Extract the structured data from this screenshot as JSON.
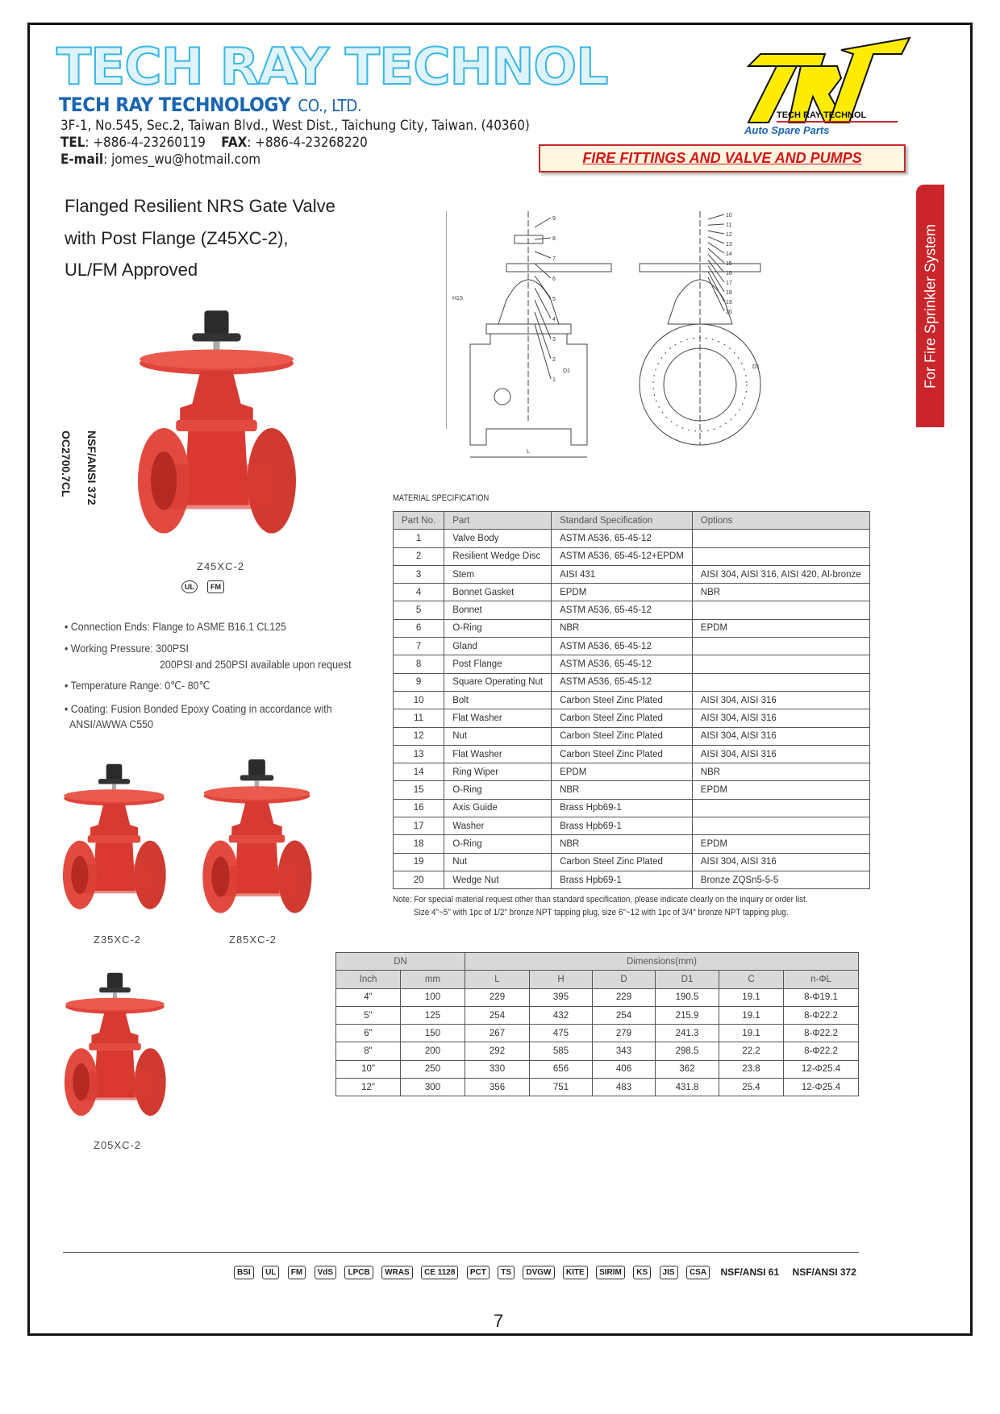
{
  "header": {
    "logo_text": "TECH RAY TECHNOL",
    "company_name": "TECH RAY TECHNOLOGY",
    "company_suffix": "CO., LTD.",
    "address": "3F-1, No.545, Sec.2, Taiwan Blvd., West Dist., Taichung City, Taiwan. (40360)",
    "tel_label": "TEL",
    "tel": ": +886-4-23260119",
    "fax_label": "FAX",
    "fax": ": +886-4-23268220",
    "email_label": "E-mail",
    "email": ": jomes_wu@hotmail.com",
    "trt_logo": {
      "mark": "TRT",
      "line1": "TECH RAY TECHNOL",
      "line2": "Auto Spare Parts"
    },
    "banner": "FIRE FITTINGS AND VALVE AND PUMPS"
  },
  "side_tab": "For Fire Sprinkler System",
  "product": {
    "title_lines": [
      "Flanged Resilient NRS Gate Valve",
      "with Post Flange (Z45XC-2),",
      "UL/FM Approved"
    ],
    "vertical_labels": [
      "NSF/ANSI 372",
      "OC2700.7CL"
    ],
    "main_model": "Z45XC-2",
    "approvals": [
      "UL",
      "FM"
    ],
    "bullets": [
      "• Connection Ends: Flange to ASME B16.1 CL125",
      "• Working Pressure: 300PSI",
      "200PSI and 250PSI available upon request",
      "• Temperature Range: 0℃- 80℃",
      "• Coating: Fusion Bonded Epoxy Coating in accordance with",
      "ANSI/AWWA C550"
    ],
    "variants": [
      "Z35XC-2",
      "Z85XC-2",
      "Z05XC-2"
    ]
  },
  "drawing": {
    "left_callouts": [
      "9",
      "8",
      "7",
      "6",
      "5",
      "4",
      "3",
      "2",
      "1"
    ],
    "right_callouts": [
      "10",
      "11",
      "12",
      "13",
      "14",
      "15",
      "16",
      "17",
      "18",
      "19",
      "20"
    ],
    "dim_labels": [
      "H15",
      "D1",
      "L",
      "D1"
    ]
  },
  "material_spec": {
    "title": "MATERIAL SPECIFICATION",
    "columns": [
      "Part No.",
      "Part",
      "Standard Specification",
      "Options"
    ],
    "rows": [
      [
        "1",
        "Valve Body",
        "ASTM A536, 65-45-12",
        ""
      ],
      [
        "2",
        "Resilient Wedge Disc",
        "ASTM A536, 65-45-12+EPDM",
        ""
      ],
      [
        "3",
        "Stem",
        "AISI 431",
        "AISI 304, AISI 316, AISI 420, Al-bronze"
      ],
      [
        "4",
        "Bonnet Gasket",
        "EPDM",
        "NBR"
      ],
      [
        "5",
        "Bonnet",
        "ASTM A536, 65-45-12",
        ""
      ],
      [
        "6",
        "O-Ring",
        "NBR",
        "EPDM"
      ],
      [
        "7",
        "Gland",
        "ASTM A536, 65-45-12",
        ""
      ],
      [
        "8",
        "Post Flange",
        "ASTM A536, 65-45-12",
        ""
      ],
      [
        "9",
        "Square Operating Nut",
        "ASTM A536, 65-45-12",
        ""
      ],
      [
        "10",
        "Bolt",
        "Carbon Steel Zinc Plated",
        "AISI 304, AISI 316"
      ],
      [
        "11",
        "Flat Washer",
        "Carbon Steel Zinc Plated",
        "AISI 304, AISI 316"
      ],
      [
        "12",
        "Nut",
        "Carbon Steel Zinc Plated",
        "AISI 304, AISI 316"
      ],
      [
        "13",
        "Flat Washer",
        "Carbon Steel Zinc Plated",
        "AISI 304, AISI 316"
      ],
      [
        "14",
        "Ring Wiper",
        "EPDM",
        "NBR"
      ],
      [
        "15",
        "O-Ring",
        "NBR",
        "EPDM"
      ],
      [
        "16",
        "Axis Guide",
        "Brass Hpb69-1",
        ""
      ],
      [
        "17",
        "Washer",
        "Brass Hpb69-1",
        ""
      ],
      [
        "18",
        "O-Ring",
        "NBR",
        "EPDM"
      ],
      [
        "19",
        "Nut",
        "Carbon Steel Zinc Plated",
        "AISI 304, AISI 316"
      ],
      [
        "20",
        "Wedge Nut",
        "Brass Hpb69-1",
        "Bronze ZQSn5-5-5"
      ]
    ],
    "note_lines": [
      "Note: For special material request other than standard specification, please indicate clearly on the inquiry or order list.",
      "Size 4\"~5\" with 1pc of 1/2\" bronze NPT tapping plug, size 6\"~12 with 1pc of 3/4\" bronze NPT tapping plug."
    ]
  },
  "dimensions": {
    "group_headers": [
      "DN",
      "Dimensions(mm)"
    ],
    "columns": [
      "Inch",
      "mm",
      "L",
      "H",
      "D",
      "D1",
      "C",
      "n-ΦL"
    ],
    "rows": [
      [
        "4\"",
        "100",
        "229",
        "395",
        "229",
        "190.5",
        "19.1",
        "8-Φ19.1"
      ],
      [
        "5\"",
        "125",
        "254",
        "432",
        "254",
        "215.9",
        "19.1",
        "8-Φ22.2"
      ],
      [
        "6\"",
        "150",
        "267",
        "475",
        "279",
        "241.3",
        "19.1",
        "8-Φ22.2"
      ],
      [
        "8\"",
        "200",
        "292",
        "585",
        "343",
        "298.5",
        "22.2",
        "8-Φ22.2"
      ],
      [
        "10\"",
        "250",
        "330",
        "656",
        "406",
        "362",
        "23.8",
        "12-Φ25.4"
      ],
      [
        "12\"",
        "300",
        "356",
        "751",
        "483",
        "431.8",
        "25.4",
        "12-Φ25.4"
      ]
    ]
  },
  "footer": {
    "cert_logos": [
      "BSI",
      "UL",
      "FM",
      "VdS",
      "LPCB",
      "WRAS",
      "CE 1128",
      "PCT",
      "TS",
      "DVGW",
      "KITE",
      "SIRIM",
      "KS",
      "JIS",
      "CSA",
      "NSF/ANSI 61",
      "NSF/ANSI 372"
    ],
    "page_number": "7"
  },
  "colors": {
    "valve_red": "#e0443a",
    "brand_red": "#c9262c",
    "brand_blue": "#1b65b2",
    "logo_yellow": "#ffec00"
  }
}
